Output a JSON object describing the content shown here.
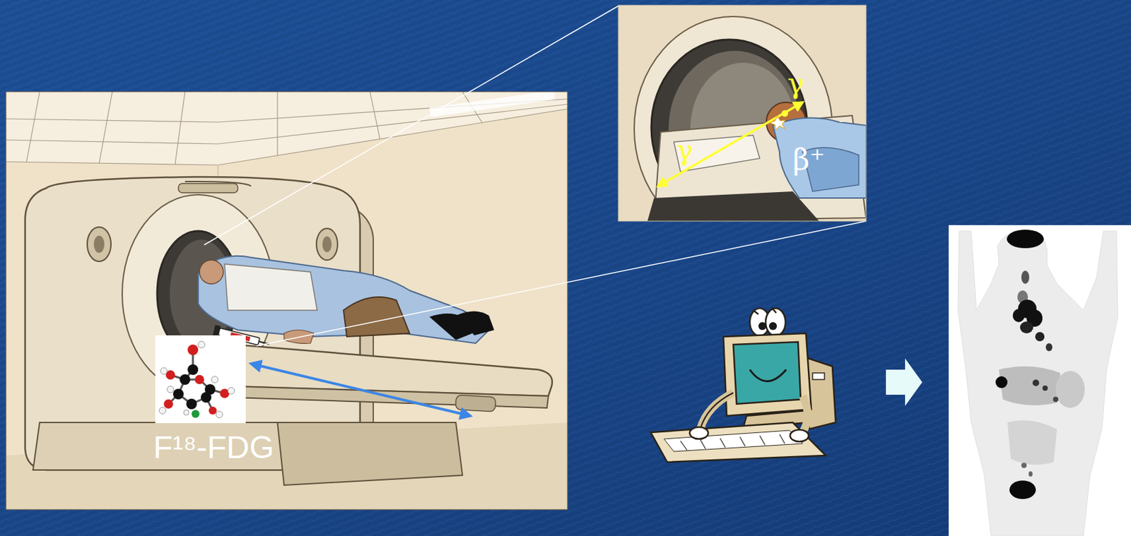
{
  "diagram": {
    "labels": [
      "F¹⁸-FDG",
      "γ",
      "γ",
      "β⁺"
    ]
  }
}
